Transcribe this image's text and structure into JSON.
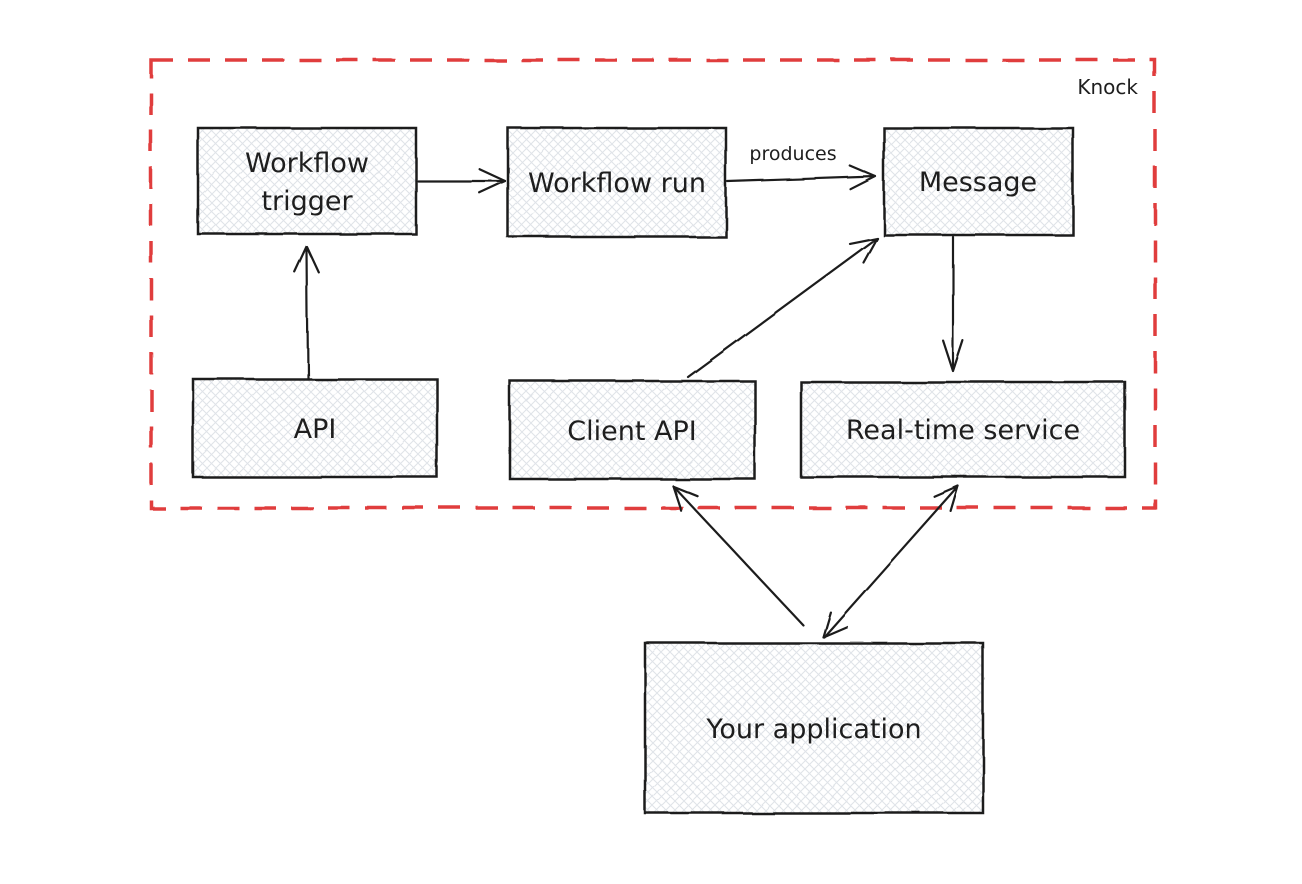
{
  "boundary": {
    "label": "Knock"
  },
  "nodes": {
    "workflow_trigger": {
      "line1": "Workflow",
      "line2": "trigger"
    },
    "workflow_run": {
      "label": "Workflow run"
    },
    "message": {
      "label": "Message"
    },
    "api": {
      "label": "API"
    },
    "client_api": {
      "label": "Client API"
    },
    "real_time_service": {
      "label": "Real-time service"
    },
    "your_application": {
      "label": "Your application"
    }
  },
  "edges": {
    "produces_label": "produces",
    "connections": [
      {
        "from": "Workflow trigger",
        "to": "Workflow run",
        "direction": "one-way",
        "label": ""
      },
      {
        "from": "Workflow run",
        "to": "Message",
        "direction": "one-way",
        "label": "produces"
      },
      {
        "from": "API",
        "to": "Workflow trigger",
        "direction": "one-way",
        "label": ""
      },
      {
        "from": "Client API",
        "to": "Message",
        "direction": "one-way",
        "label": ""
      },
      {
        "from": "Message",
        "to": "Real-time service",
        "direction": "one-way",
        "label": ""
      },
      {
        "from": "Your application",
        "to": "Client API",
        "direction": "one-way",
        "label": ""
      },
      {
        "from": "Your application",
        "to": "Real-time service",
        "direction": "two-way",
        "label": ""
      }
    ]
  },
  "colors": {
    "stroke": "#1e1e1e",
    "red": "#e03e3e",
    "hatch": "#dfe3e8",
    "bg": "#ffffff"
  }
}
